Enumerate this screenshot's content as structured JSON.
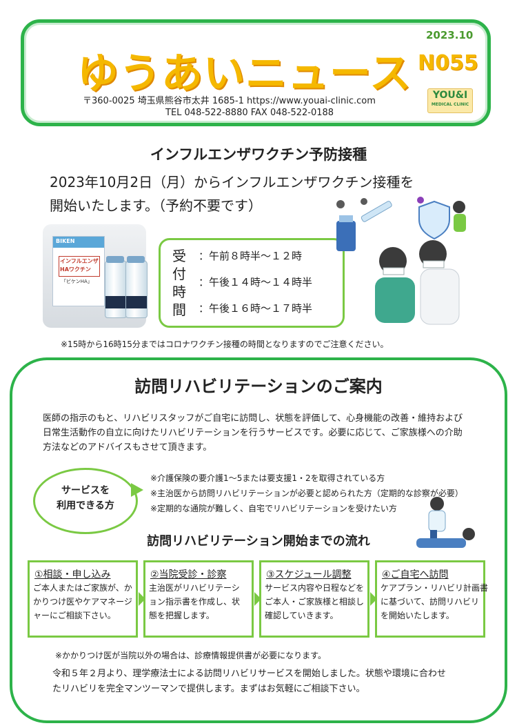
{
  "header": {
    "masthead": "ゆうあいニュース",
    "date": "2023.10",
    "issue": "N055",
    "address": "〒360-0025  埼玉県熊谷市太井 1685-1    https://www.youai-clinic.com",
    "tel_fax": "TEL 048-522-8880    FAX 048-522-0188",
    "logo_top": "YOU&I",
    "logo_bottom": "MEDICAL CLINIC"
  },
  "vaccine": {
    "title": "インフルエンザワクチン予防接種",
    "lead_line1": "2023年10月2日（月）からインフルエンザワクチン接種を",
    "lead_line2": "開始いたします。（予約不要です）",
    "package_brand": "BIKEN",
    "package_name": "インフルエンザHAワクチン",
    "package_sub": "「ビケンHA」",
    "reception_label": [
      "受",
      "付",
      "時",
      "間"
    ],
    "times": [
      "：午前８時半～１２時",
      "：午後１４時～１４時半",
      "：午後１６時～１７時半"
    ],
    "note": "※15時から16時15分まではコロナワクチン接種の時間となりますのでご注意ください。"
  },
  "rehab": {
    "title": "訪問リハビリテーションのご案内",
    "body": [
      "医師の指示のもと、リハビリスタッフがご自宅に訪問し、状態を評価して、心身機能の改善・維持および",
      "日常生活動作の自立に向けたリハビリテーションを行うサービスです。必要に応じて、ご家族様への介助",
      "方法などのアドバイスもさせて頂きます。"
    ],
    "bubble_line1": "サービスを",
    "bubble_line2": "利用できる方",
    "conditions": [
      "※介護保険の要介護1～5または要支援1・2を取得されている方",
      "※主治医から訪問リハビリテーションが必要と認められた方（定期的な診察が必要）",
      "※定期的な通院が難しく、自宅でリハビリテーションを受けたい方"
    ],
    "flow_title": "訪問リハビリテーション開始までの流れ",
    "steps": [
      {
        "heading": "①相談・申し込み",
        "lines": [
          "ご本人またはご家族が、か",
          "かりつけ医やケアマネージ",
          "ャーにご相談下さい。"
        ]
      },
      {
        "heading": "②当院受診・診察",
        "lines": [
          "主治医がリハビリテーシ",
          "ョン指示書を作成し、状",
          "態を把握します。"
        ]
      },
      {
        "heading": "③スケジュール調整",
        "lines": [
          "サービス内容や日程などを",
          "ご本人・ご家族様と相談し",
          "確認していきます。"
        ]
      },
      {
        "heading": "④ご自宅へ訪問",
        "lines": [
          "ケアプラン・リハビリ計画書",
          "に基づいて、訪問リハビリ",
          "を開始いたします。"
        ]
      }
    ],
    "footnote": "※かかりつけ医が当院以外の場合は、診療情報提供書が必要になります。",
    "closing_line1": "令和５年２月より、理学療法士による訪問リハビリサービスを開始しました。状態や環境に合わせ",
    "closing_line2": "たリハビリを完全マンツーマンで提供します。まずはお気軽にご相談下さい。"
  }
}
